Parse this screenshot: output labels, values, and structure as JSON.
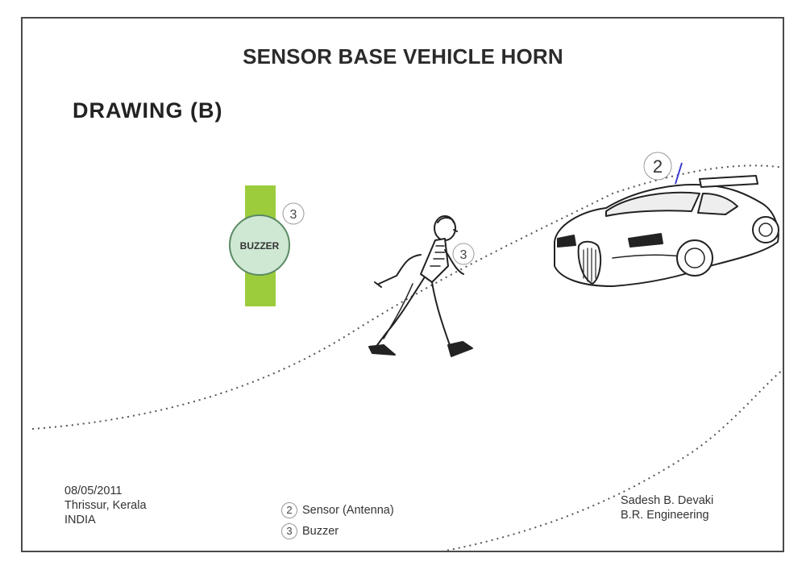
{
  "title": "SENSOR BASE VEHICLE HORN",
  "subtitle": "DRAWING (B)",
  "buzzer_label": "BUZZER",
  "callouts": {
    "sensor": "2",
    "buzzer_watch": "3",
    "buzzer_person": "3"
  },
  "footer_left": {
    "date": "08/05/2011",
    "place": "Thrissur, Kerala",
    "country": "INDIA"
  },
  "legend": [
    {
      "num": "2",
      "label": "Sensor (Antenna)"
    },
    {
      "num": "3",
      "label": "Buzzer"
    }
  ],
  "footer_right": {
    "name": "Sadesh B. Devaki",
    "org": "B.R. Engineering"
  },
  "colors": {
    "strap": "#9ccc3c",
    "buzzer_face": "#cfe8d4",
    "buzzer_ring": "#5a8a63",
    "antenna": "#3b3bd1"
  }
}
